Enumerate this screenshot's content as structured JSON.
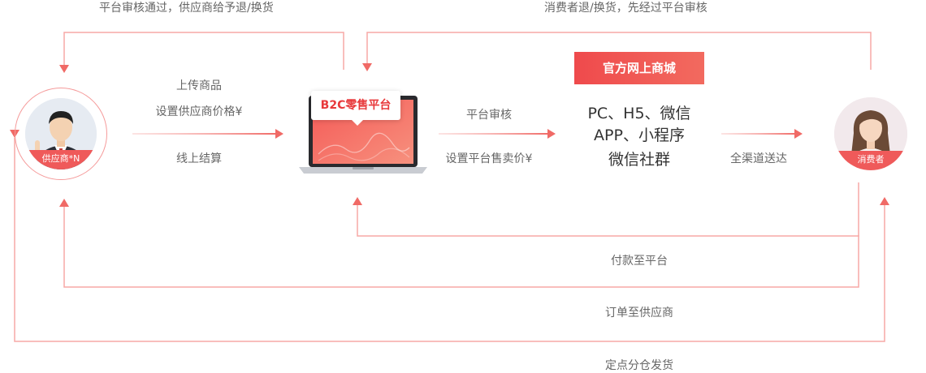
{
  "flow": {
    "top_left_caption": "平台审核通过，供应商给予退/换货",
    "top_right_caption": "消费者退/换货，先经过平台审核",
    "upload_products": "上传商品",
    "set_supply_price": "设置供应商价格¥",
    "online_settlement": "线上结算",
    "platform_review": "平台审核",
    "set_retail_price": "设置平台售卖价¥",
    "all_channel_delivery": "全渠道送达",
    "pay_to_platform": "付款至平台",
    "order_to_supplier": "订单至供应商",
    "ship_from_location": "定点分仓发货"
  },
  "supplier": {
    "badge": "供应商*N"
  },
  "consumer": {
    "badge": "消费者"
  },
  "platform": {
    "bubble": "B2C零售平台"
  },
  "mall": {
    "banner": "官方网上商城",
    "channels": [
      "PC、H5、微信",
      "APP、小程序",
      "微信社群"
    ]
  },
  "colors": {
    "accent": "#ef4a4c",
    "line": "#f59a9a"
  }
}
